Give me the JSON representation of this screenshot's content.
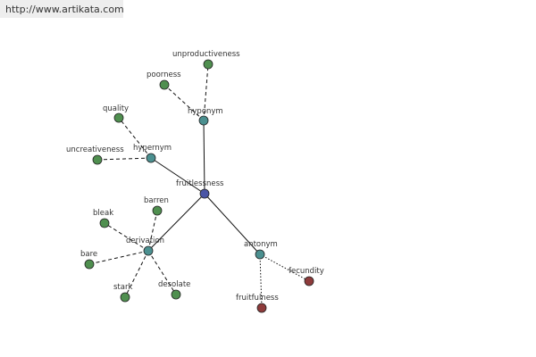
{
  "header": {
    "url": "http://www.artikata.com"
  },
  "colors": {
    "center": "#4a55a6",
    "relation": "#4b9090",
    "synonym": "#4f8f4f",
    "antonym_term": "#8e3b3b"
  },
  "graph": {
    "center": {
      "id": "fruitlessness",
      "label": "fruitlessness"
    },
    "relations": [
      {
        "id": "hyponym",
        "label": "hyponym",
        "terms": [
          {
            "id": "unproductiveness",
            "label": "unproductiveness"
          },
          {
            "id": "poorness",
            "label": "poorness"
          }
        ]
      },
      {
        "id": "hypernym",
        "label": "hypernym",
        "terms": [
          {
            "id": "quality",
            "label": "quality"
          },
          {
            "id": "uncreativeness",
            "label": "uncreativeness"
          }
        ]
      },
      {
        "id": "derivation",
        "label": "derivation",
        "terms": [
          {
            "id": "barren",
            "label": "barren"
          },
          {
            "id": "bleak",
            "label": "bleak"
          },
          {
            "id": "bare",
            "label": "bare"
          },
          {
            "id": "stark",
            "label": "stark"
          },
          {
            "id": "desolate",
            "label": "desolate"
          }
        ]
      },
      {
        "id": "antonym",
        "label": "antonym",
        "terms": [
          {
            "id": "fecundity",
            "label": "fecundity"
          },
          {
            "id": "fruitfulness",
            "label": "fruitfulness"
          }
        ]
      }
    ]
  }
}
